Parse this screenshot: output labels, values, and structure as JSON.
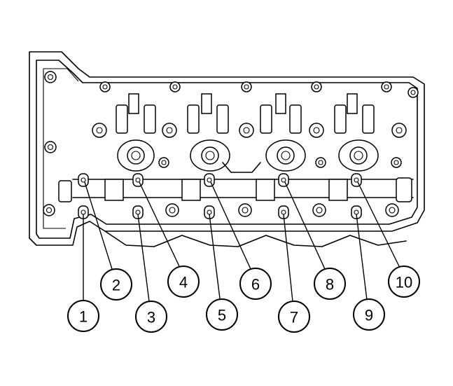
{
  "figure": {
    "callouts": [
      {
        "label": "1"
      },
      {
        "label": "2"
      },
      {
        "label": "3"
      },
      {
        "label": "4"
      },
      {
        "label": "5"
      },
      {
        "label": "6"
      },
      {
        "label": "7"
      },
      {
        "label": "8"
      },
      {
        "label": "9"
      },
      {
        "label": "10"
      }
    ]
  }
}
